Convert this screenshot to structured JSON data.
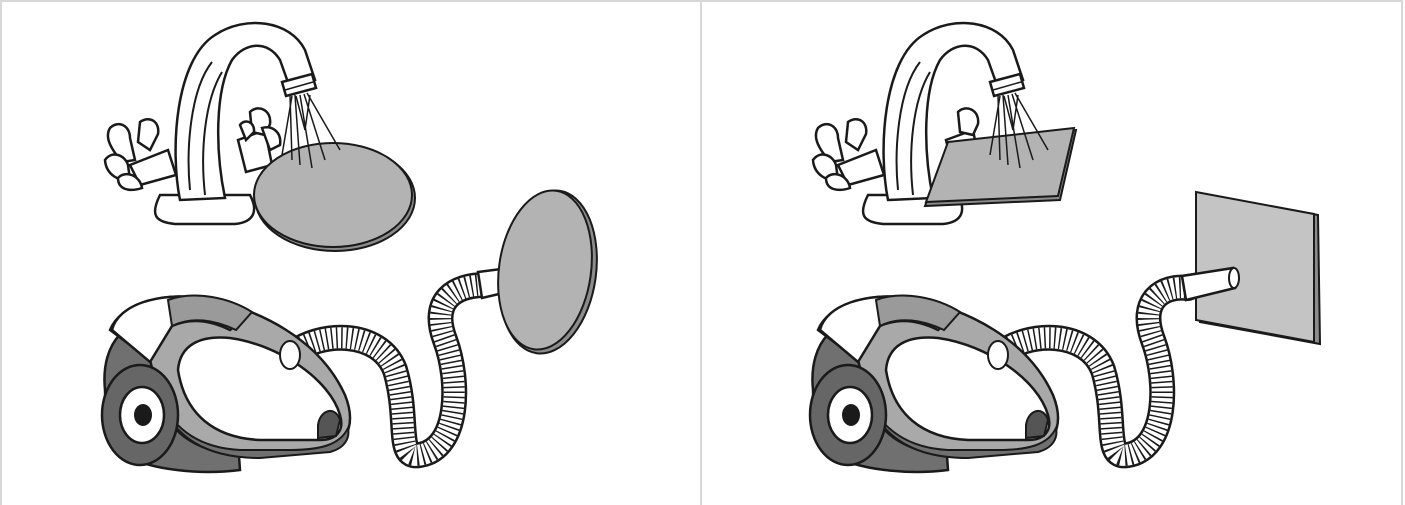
{
  "panels": [
    {
      "id": "left",
      "object_shape": "disc"
    },
    {
      "id": "right",
      "object_shape": "square-plate"
    }
  ],
  "colors": {
    "line": "#1a1a1a",
    "object_fill": "#b3b3b3",
    "object_edge": "#8c8c8c",
    "vacuum_body": "#aaaaaa",
    "vacuum_dark": "#707070",
    "background": "#ffffff",
    "divider": "#d8d8d8"
  }
}
